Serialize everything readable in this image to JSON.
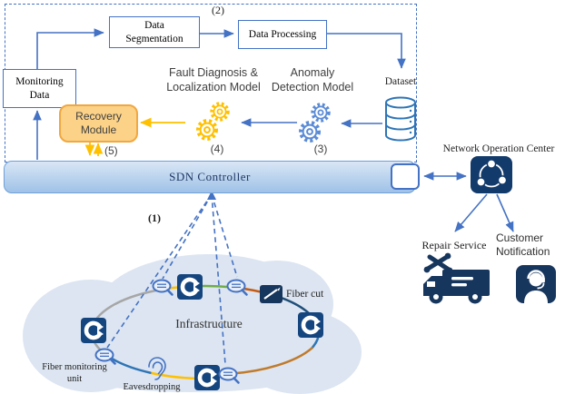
{
  "colors": {
    "accent_blue": "#4472C4",
    "navy_icon": "#17365D",
    "orange": "#FFC000",
    "bar_blue": "#A9C9EA",
    "cloud": "#DCE5F1"
  },
  "flow": {
    "monitoring_data": "Monitoring\nData",
    "data_segmentation": "Data\nSegmentation",
    "data_processing": "Data Processing",
    "fault_model": "Fault Diagnosis &\nLocalization Model",
    "anomaly_model": "Anomaly\nDetection Model",
    "dataset": "Dataset",
    "recovery_module": "Recovery\nModule",
    "sdn_controller": "SDN Controller",
    "steps": {
      "s1": "(1)",
      "s2": "(2)",
      "s3": "(3)",
      "s4": "(4)",
      "s5": "(5)"
    }
  },
  "operations": {
    "noc_label": "Network Operation Center",
    "repair_service": "Repair Service",
    "customer_notification": "Customer\nNotification"
  },
  "infrastructure": {
    "label": "Infrastructure",
    "fiber_cut": "Fiber cut",
    "fiber_monitoring_unit": "Fiber monitoring\nunit",
    "eavesdropping": "Eavesdropping"
  }
}
